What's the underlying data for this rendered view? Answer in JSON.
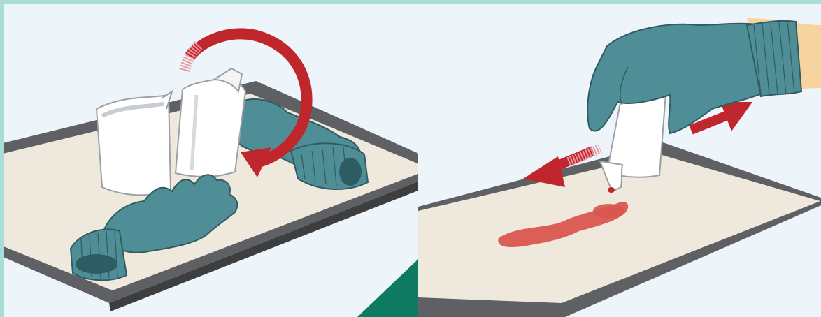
{
  "panels": [
    {
      "id": "left",
      "items": [
        "tray",
        "glove",
        "glove",
        "pouch",
        "pouch",
        "rotate-arrow"
      ]
    },
    {
      "id": "right",
      "items": [
        "tray",
        "gloved-hand",
        "pouch",
        "spill",
        "double-arrow"
      ]
    }
  ],
  "colors": {
    "border": "#a9ddd8",
    "background": "#eef5fa",
    "tray_frame": "#5f6063",
    "tray_surface": "#efe8dc",
    "glove": "#4f8e96",
    "arrow": "#c0272d",
    "spill": "#d9564f",
    "corner_badge": "#0f7a62",
    "skin": "#f7d49f"
  },
  "icons": [
    "rotate-arrow-icon",
    "double-arrow-icon"
  ]
}
